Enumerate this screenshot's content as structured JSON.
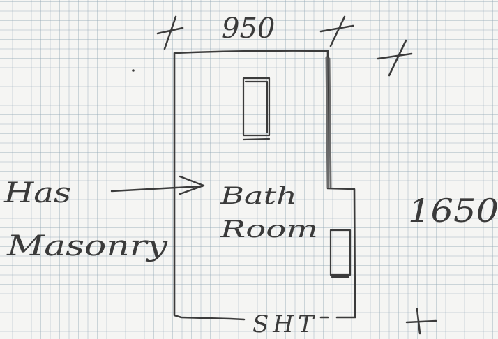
{
  "dimensions": {
    "top_width": "950",
    "right_height": "1650",
    "bottom_label": "SHT"
  },
  "labels": {
    "room_line1": "Bath",
    "room_line2": "Room",
    "annotation_line1": "Has",
    "annotation_line2": "Masonry"
  },
  "style": {
    "ink_color": "#3a3a3a",
    "grid_color": "#b4c2cc",
    "paper_color": "#f5f5f3"
  }
}
